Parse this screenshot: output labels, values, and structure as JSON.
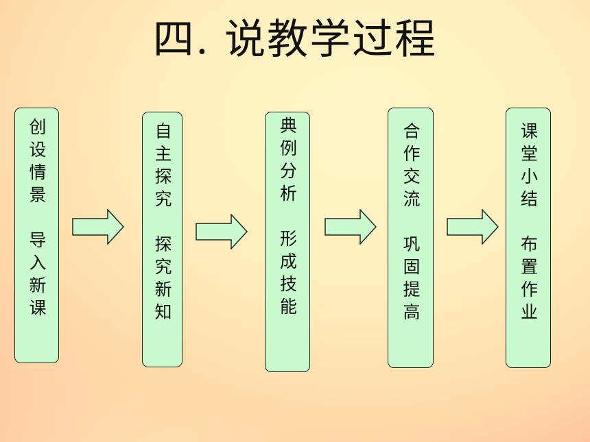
{
  "title": "四. 说教学过程",
  "steps": [
    {
      "label": "创设情景　导入新课"
    },
    {
      "label": "自主探究　探究新知"
    },
    {
      "label": "典例分析　形成技能"
    },
    {
      "label": "合作交流　巩固提高"
    },
    {
      "label": "课堂小结　布置作业"
    }
  ],
  "colors": {
    "box_fill": "#c9fbcf",
    "arrow_fill": "#c9fbcf",
    "border": "#222222"
  }
}
